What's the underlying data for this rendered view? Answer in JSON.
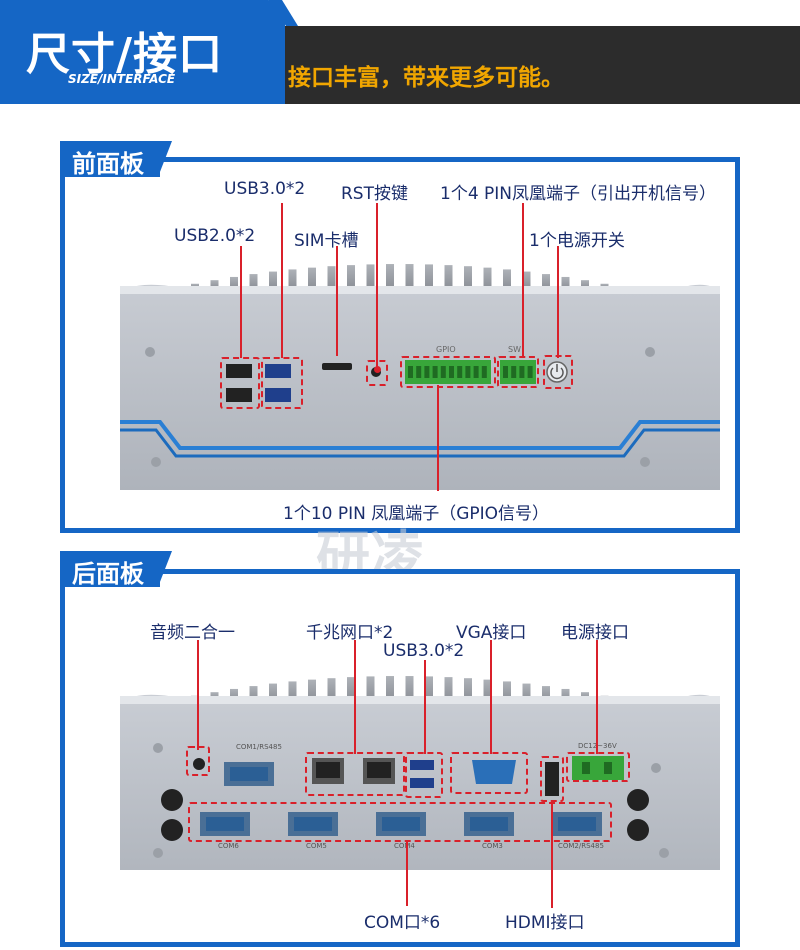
{
  "header": {
    "title": "尺寸/接口",
    "subtitle": "SIZE/INTERFACE",
    "slogan": "接口丰富，带来更多可能。"
  },
  "front": {
    "tab": "前面板",
    "labels": {
      "usb30": "USB3.0*2",
      "rst": "RST按键",
      "pin4": "1个4 PIN凤凰端子（引出开机信号）",
      "usb20": "USB2.0*2",
      "sim": "SIM卡槽",
      "power_switch": "1个电源开关",
      "pin10": "1个10 PIN 凤凰端子（GPIO信号）"
    },
    "silk": {
      "gpio": "GPIO",
      "sw": "SW"
    }
  },
  "rear": {
    "tab": "后面板",
    "labels": {
      "audio": "音频二合一",
      "lan": "千兆网口*2",
      "vga": "VGA接口",
      "power_in": "电源接口",
      "usb30": "USB3.0*2",
      "com": "COM口*6",
      "hdmi": "HDMI接口"
    },
    "silk": {
      "com1": "COM1/RS485",
      "com6": "COM6",
      "com5": "COM5",
      "com4": "COM4",
      "com3": "COM3",
      "com2": "COM2/RS485",
      "dcin": "DC12~36V"
    }
  },
  "watermark": "研凌",
  "colors": {
    "brand_blue": "#1566c5",
    "accent_orange": "#f1a600",
    "callout_red": "#d9202a",
    "dark_bg": "#2b2b2b"
  }
}
